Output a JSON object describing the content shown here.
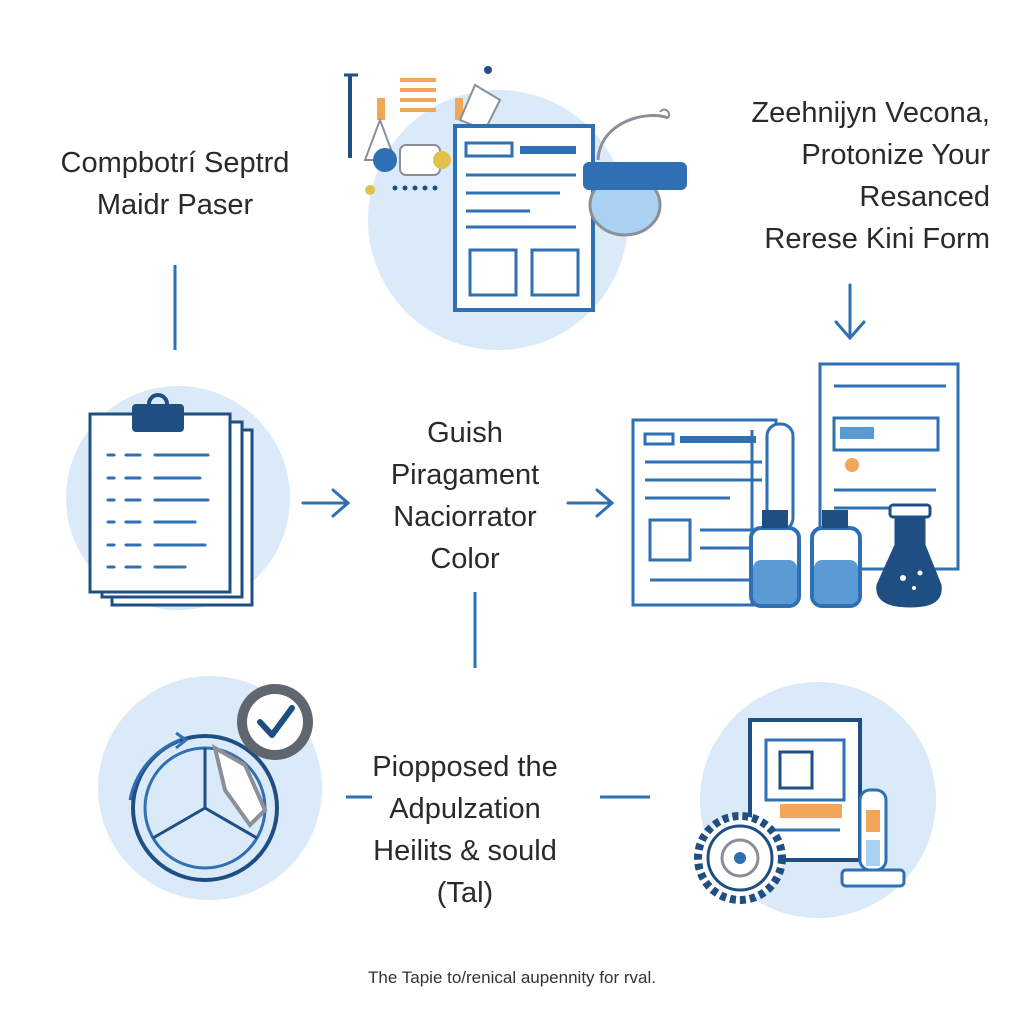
{
  "labels": {
    "top_left": [
      "Compbotrí Septrd",
      "Maidr Paser"
    ],
    "top_right": [
      "Zeehnijyn Vecona,",
      "Protonize Your",
      "Resanced",
      "Rerese Kini Form"
    ],
    "middle": [
      "Guish",
      "Piragament",
      "Naciorrator",
      "Color"
    ],
    "bottom": [
      "Piopposed the",
      "Adpulzation",
      "Heilits & sould",
      "(Tal)"
    ]
  },
  "caption": "The Tapie to/renical aupennity for rval.",
  "icons": [
    "lab-equipment-icon",
    "document-icon",
    "vr-headset-icon",
    "clipboard-icon",
    "report-with-flasks-icon",
    "cycle-check-icon",
    "analyzer-instrument-icon",
    "gear-icon",
    "test-tube-icon"
  ],
  "colors": {
    "primary_blue": "#2f6fb3",
    "dark_navy": "#1f4f82",
    "circle_fill": "#dbeaf8",
    "light_blue_fill": "#5b9bd5",
    "accent_orange": "#f2a65a",
    "accent_yellow": "#e0c24a",
    "gray": "#8a8f98"
  }
}
